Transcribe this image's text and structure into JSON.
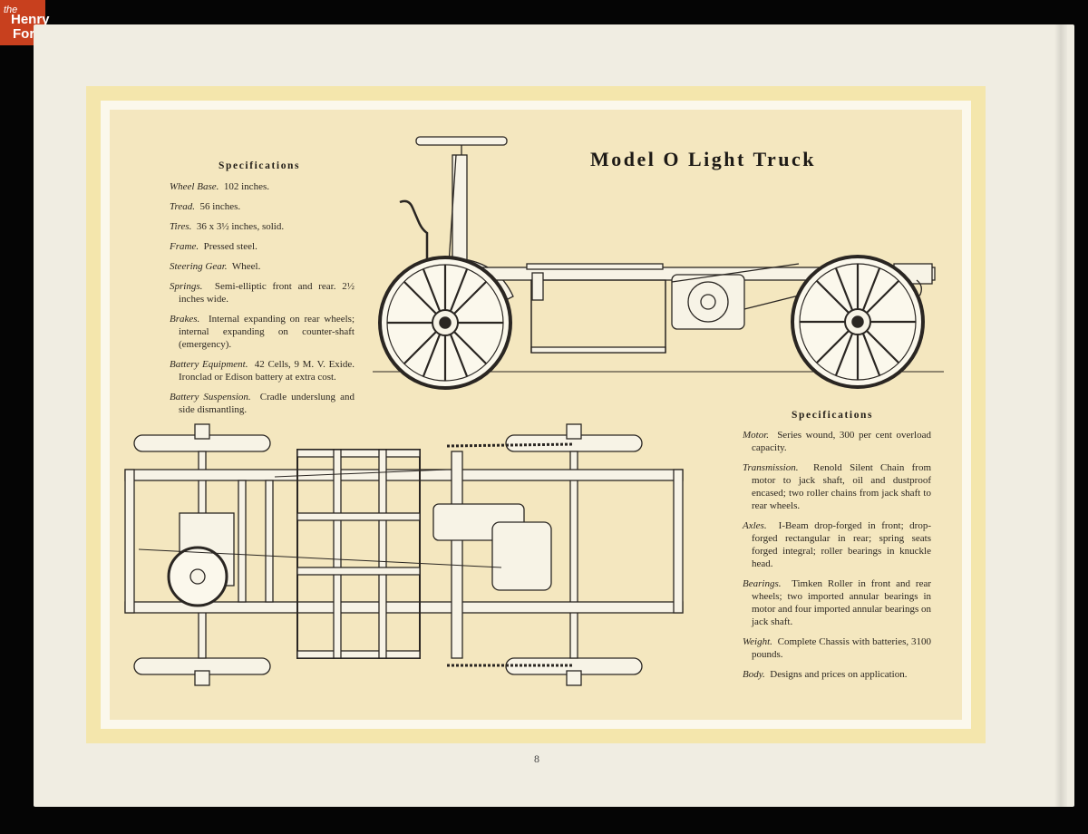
{
  "logo": {
    "line1": "the",
    "line2": "Henry",
    "line3": "Ford"
  },
  "title": "Model O Light Truck",
  "left_specs": {
    "heading": "Specifications",
    "items": [
      {
        "key": "Wheel Base.",
        "value": "102 inches."
      },
      {
        "key": "Tread.",
        "value": "56 inches."
      },
      {
        "key": "Tires.",
        "value": "36 x 3½ inches, solid."
      },
      {
        "key": "Frame.",
        "value": "Pressed steel."
      },
      {
        "key": "Steering Gear.",
        "value": "Wheel."
      },
      {
        "key": "Springs.",
        "value": "Semi-elliptic front and rear. 2½ inches wide."
      },
      {
        "key": "Brakes.",
        "value": "Internal expanding on rear wheels; internal expanding on counter-shaft (emergency)."
      },
      {
        "key": "Battery Equipment.",
        "value": "42 Cells, 9 M. V. Exide. Ironclad or Edison battery at extra cost."
      },
      {
        "key": "Battery Suspension.",
        "value": "Cradle underslung and side dismantling."
      }
    ]
  },
  "right_specs": {
    "heading": "Specifications",
    "items": [
      {
        "key": "Motor.",
        "value": "Series wound, 300 per cent overload capacity."
      },
      {
        "key": "Transmission.",
        "value": "Renold Silent Chain from motor to jack shaft, oil and dustproof encased; two roller chains from jack shaft to rear wheels."
      },
      {
        "key": "Axles.",
        "value": "I-Beam drop-forged in front; drop-forged rectangular in rear; spring seats forged integral; roller bearings in knuckle head."
      },
      {
        "key": "Bearings.",
        "value": "Timken Roller in front and rear wheels; two imported annular bearings in motor and four imported annular bearings on jack shaft."
      },
      {
        "key": "Weight.",
        "value": "Complete Chassis with batteries, 3100 pounds."
      },
      {
        "key": "Body.",
        "value": "Designs and prices on application."
      }
    ]
  },
  "page_number": "8"
}
